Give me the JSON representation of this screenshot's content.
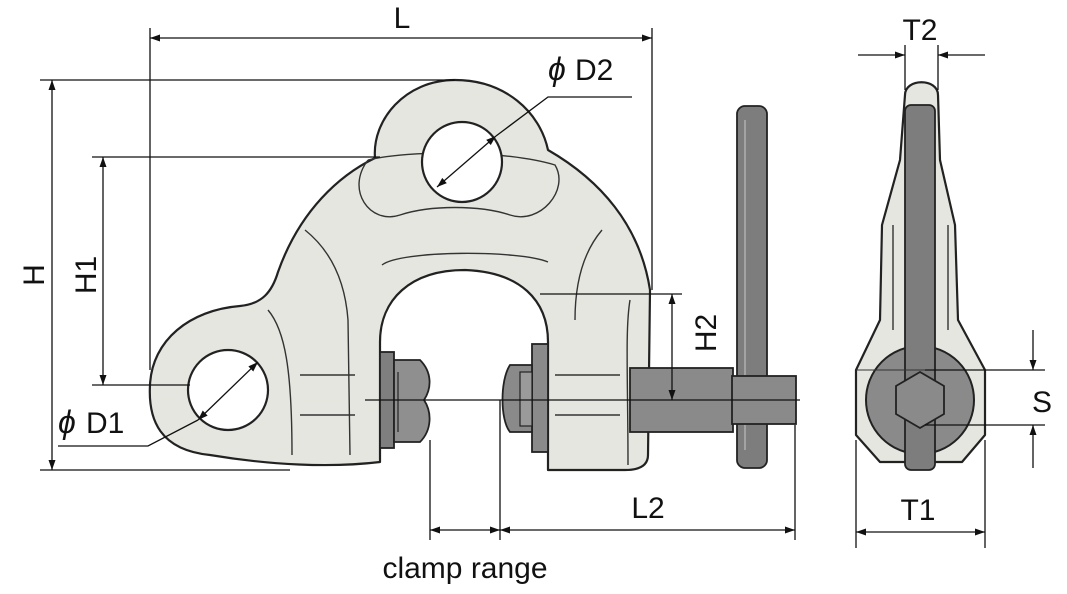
{
  "labels": {
    "L": "L",
    "phi_d2_symbol": "ϕ",
    "d2": "D2",
    "h": "H",
    "h1": "H1",
    "h2": "H2",
    "phi_d1_symbol": "ϕ",
    "d1": "D1",
    "l2": "L2",
    "clamp_range": "clamp range",
    "t2": "T2",
    "t1": "T1",
    "s": "S"
  },
  "colors": {
    "body_fill": "#e6e6e1",
    "body_shade": "#d6d6d0",
    "steel": "#8a8a8a",
    "steel_dark": "#6e6e6e",
    "line": "#111111"
  }
}
